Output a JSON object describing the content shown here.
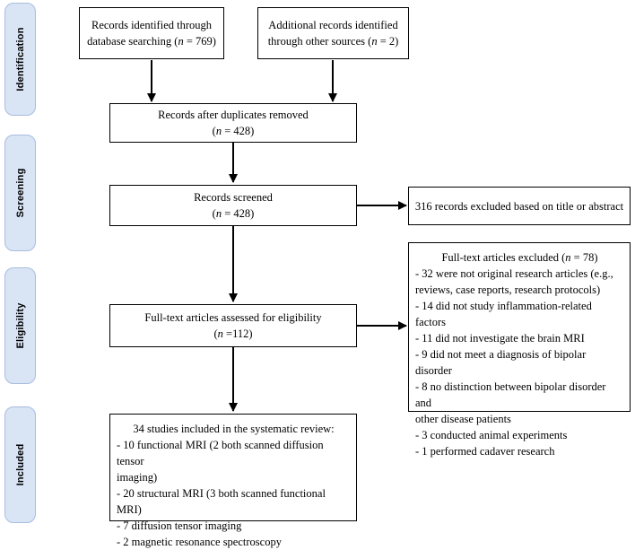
{
  "stages": {
    "identification": "Identification",
    "screening": "Screening",
    "eligibility": "Eligibility",
    "included": "Included"
  },
  "boxes": {
    "database_records": {
      "line1": "Records identified through",
      "line2_pre": "database searching (",
      "n_sym": "n",
      "line2_post": " = 769)"
    },
    "other_records": {
      "line1": "Additional records identified",
      "line2_pre": "through other sources (",
      "n_sym": "n",
      "line2_post": " = 2)"
    },
    "after_duplicates": {
      "line1": "Records after duplicates removed",
      "line2_pre": "(",
      "n_sym": "n",
      "line2_post": " = 428)"
    },
    "screened": {
      "line1": "Records screened",
      "line2_pre": "(",
      "n_sym": "n",
      "line2_post": " = 428)"
    },
    "excluded_title": {
      "line1": "316 records excluded based on title or abstract"
    },
    "fulltext_assessed": {
      "line1": "Full-text articles assessed for eligibility",
      "line2_pre": "(",
      "n_sym": "n",
      "line2_post": " =112)"
    },
    "fulltext_excluded": {
      "title_pre": "Full-text articles excluded (",
      "n_sym": "n",
      "title_post": " = 78)",
      "items": [
        "- 32 were not original research articles (e.g.,",
        "reviews, case reports, research protocols)",
        "- 14 did not study inflammation-related factors",
        "- 11 did not investigate the brain MRI",
        "- 9 did not meet a diagnosis of bipolar disorder",
        "- 8 no distinction between bipolar disorder and",
        "other disease patients",
        "- 3 conducted animal experiments",
        "- 1 performed cadaver research"
      ]
    },
    "included_studies": {
      "title": "34 studies included in the systematic review:",
      "items": [
        "- 10 functional MRI (2 both scanned diffusion tensor",
        "imaging)",
        "- 20 structural MRI (3 both scanned functional MRI)",
        "- 7 diffusion tensor imaging",
        "- 2 magnetic resonance spectroscopy"
      ]
    }
  }
}
